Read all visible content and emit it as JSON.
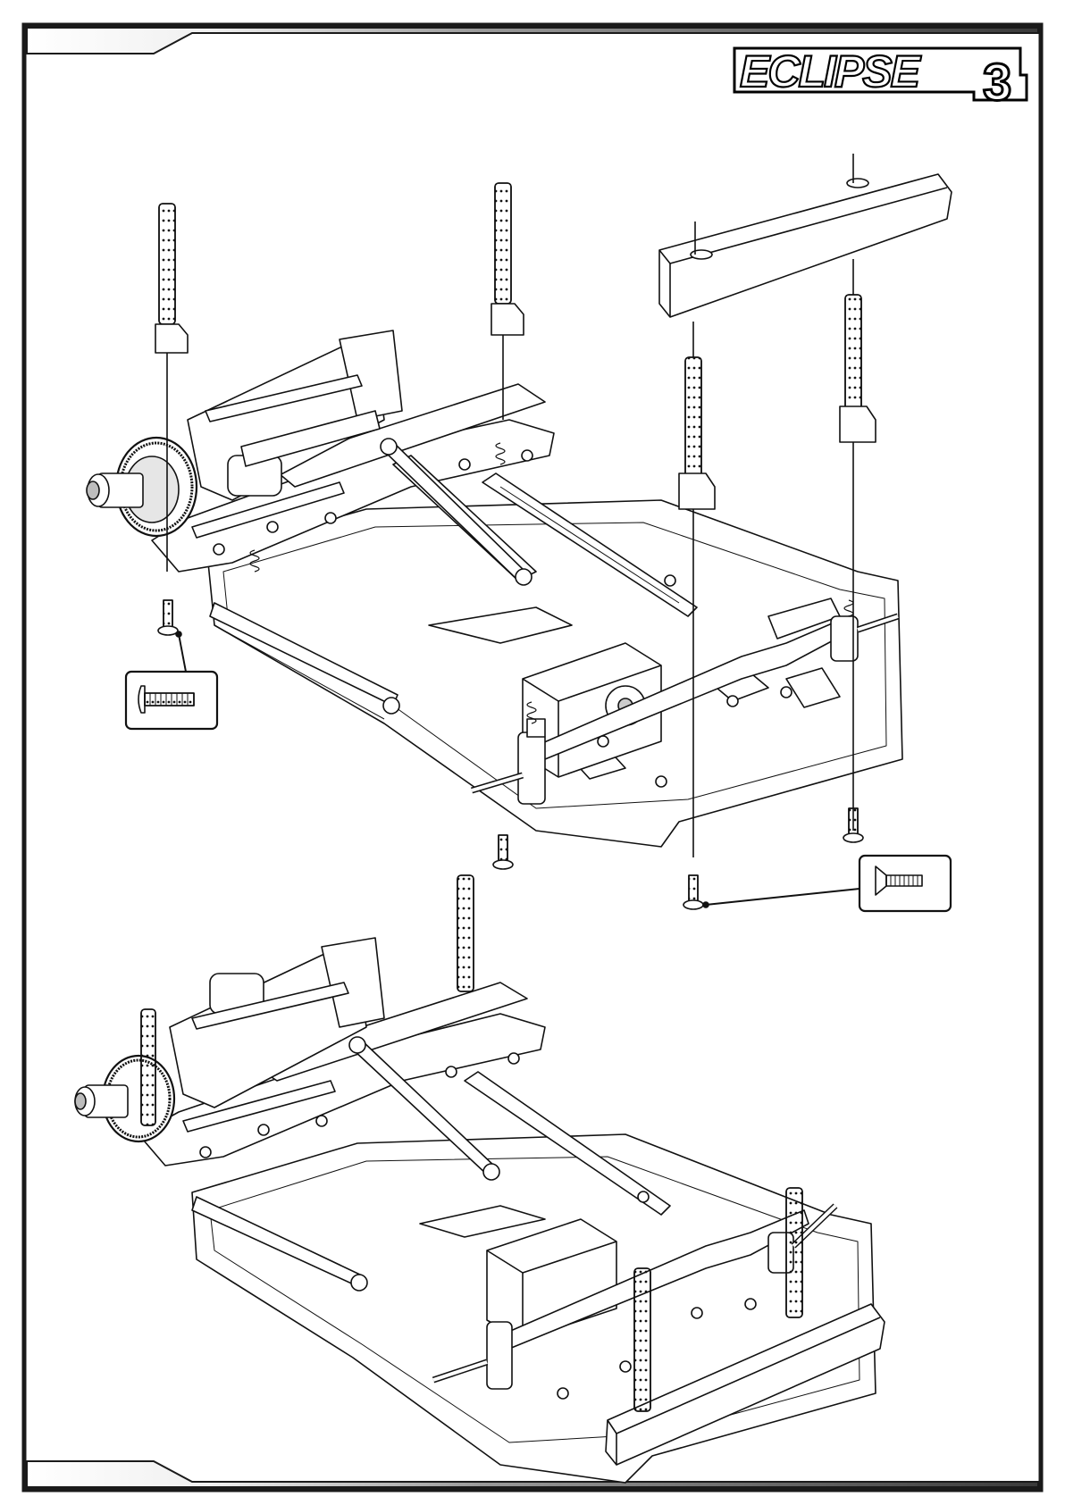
{
  "manual": {
    "brand_logo": {
      "word": "ECLIPSE",
      "number": "3"
    }
  },
  "page_number": "",
  "colors": {
    "frame": "#1a1a1a",
    "paper": "#ffffff",
    "lines": "#111111",
    "part_fill": "#ffffff",
    "shade": "#d8d8d8"
  },
  "callouts": [
    {
      "name": "button-head-screw",
      "icon": "button-head-screw-icon"
    },
    {
      "name": "countersunk-screw",
      "icon": "countersunk-screw-icon"
    }
  ]
}
